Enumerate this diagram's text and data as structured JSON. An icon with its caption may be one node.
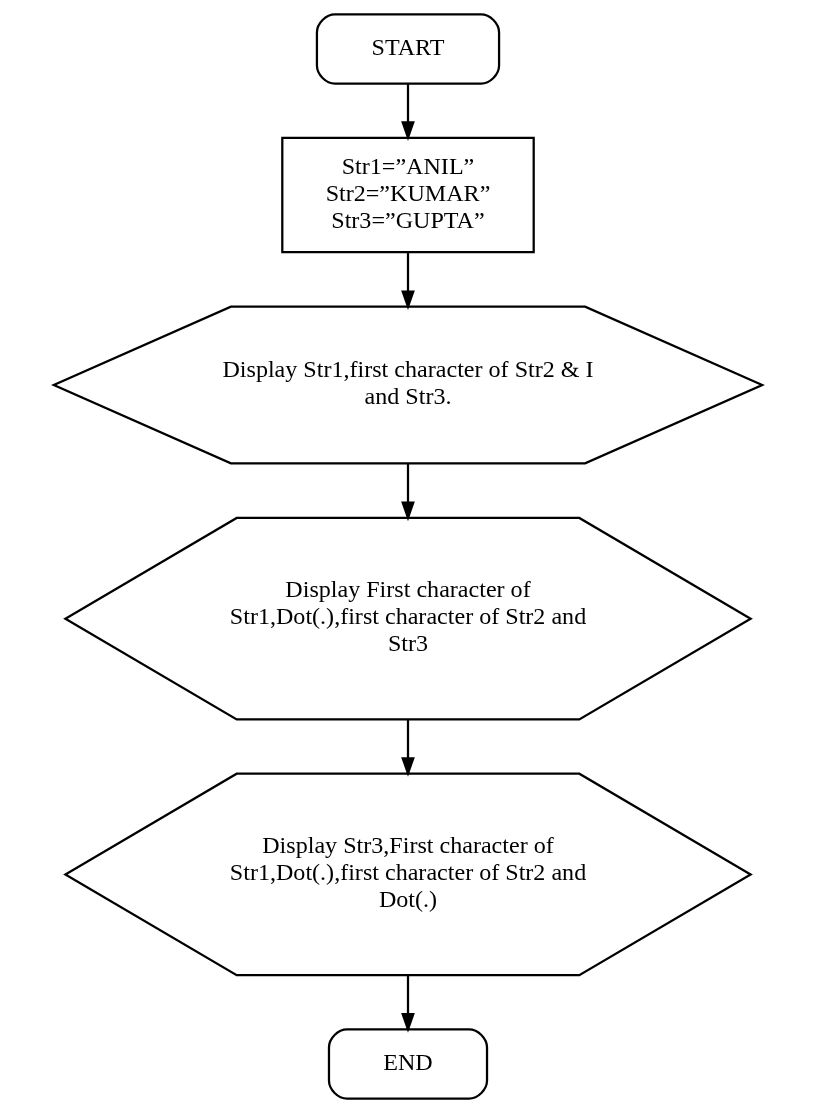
{
  "diagram": {
    "nodes": [
      {
        "text": [
          "START"
        ]
      },
      {
        "text": [
          "Str1=”ANIL”",
          "Str2=”KUMAR”",
          "Str3=”GUPTA”"
        ]
      },
      {
        "text": [
          "Display Str1,first character of Str2 & I and Str3."
        ]
      },
      {
        "text": [
          "Display First character of Str1,Dot(.),first character of Str2 and Str3"
        ]
      },
      {
        "text": [
          "Display Str3,First character of Str1,Dot(.),first character of Str2 and Dot(.)"
        ]
      },
      {
        "text": [
          "END"
        ]
      }
    ],
    "edges": [
      {
        "from": 0,
        "to": 1,
        "arrow": "to"
      },
      {
        "from": 1,
        "to": 2,
        "arrow": "to"
      },
      {
        "from": 2,
        "to": 3,
        "arrow": "to"
      },
      {
        "from": 3,
        "to": 4,
        "arrow": "to"
      },
      {
        "from": 4,
        "to": 5,
        "arrow": "to"
      }
    ]
  }
}
